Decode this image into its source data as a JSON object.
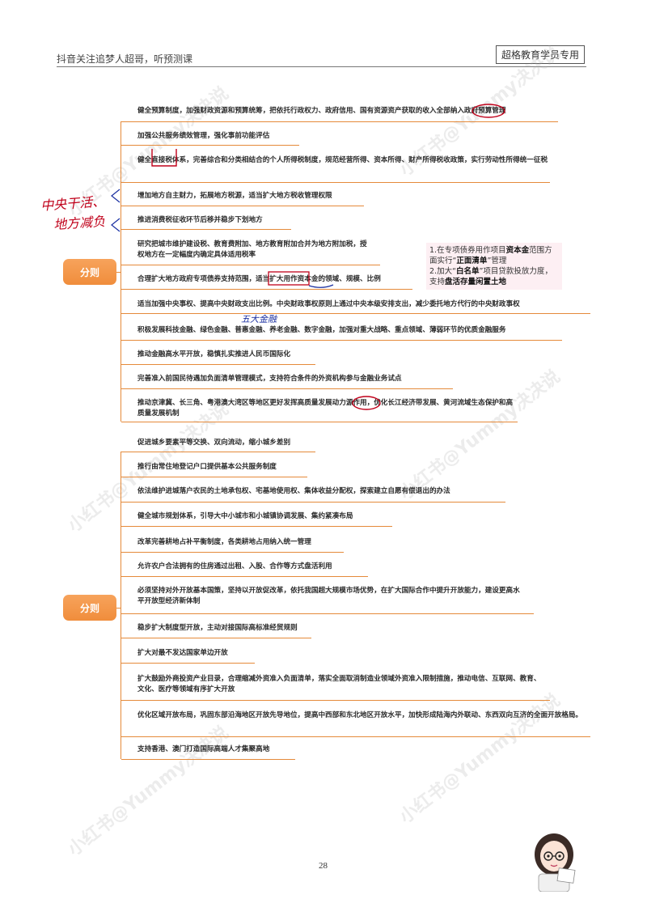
{
  "header": {
    "left": "抖音关注追梦人超哥，听预测课",
    "right": "超格教育学员专用"
  },
  "watermark": "小红书@Yummy决决说",
  "section1": {
    "root": "分则",
    "items": [
      "健全预算制度，加强财政资源和预算统筹，把依托行政权力、政府信用、国有资源资产获取的收入全部纳入政府预算管理",
      "加强公共服务绩效管理，强化事前功能评估",
      "健全直接税体系，完善综合和分类相结合的个人所得税制度，规范经营所得、资本所得、财产所得税收政策，实行劳动性所得统一征税",
      "增加地方自主财力，拓展地方税源，适当扩大地方税收管理权限",
      "推进消费税征收环节后移并稳步下划地方",
      "研究把城市维护建设税、教育费附加、地方教育附加合并为地方附加税，授权地方在一定幅度内确定具体适用税率",
      "合理扩大地方政府专项债券支持范围，适当扩大用作资本金的领域、规模、比例",
      "适当加强中央事权、提高中央财政支出比例。中央财政事权原则上通过中央本级安排支出，减少委托地方代行的中央财政事权",
      "积极发展科技金融、绿色金融、普惠金融、养老金融、数字金融，加强对重大战略、重点领域、薄弱环节的优质金融服务",
      "推动金融高水平开放，稳慎扎实推进人民币国际化",
      "完善准入前国民待遇加负面清单管理模式，支持符合条件的外资机构参与金融业务试点",
      "推动京津冀、长三角、粤港澳大湾区等地区更好发挥高质量发展动力源作用，优化长江经济带发展、黄河流域生态保护和高质量发展机制"
    ]
  },
  "note": {
    "line1a": "1.在专项债券用作项目",
    "line1b": "资本金",
    "line1c": "范围方面实行“",
    "line1d": "正面清单",
    "line1e": "”管理",
    "line2a": "2.加大“",
    "line2b": "白名单",
    "line2c": "”项目贷款投放力度，支持",
    "line2d": "盘活存量闲置土地"
  },
  "handwriting": {
    "h1": "中央干活、",
    "h2": "地方减负",
    "h3": "五大金融"
  },
  "section2": {
    "root": "分则",
    "items": [
      "促进城乡要素平等交换、双向流动，缩小城乡差别",
      "推行由常住地登记户口提供基本公共服务制度",
      "依法维护进城落户农民的土地承包权、宅基地使用权、集体收益分配权，探索建立自愿有偿退出的办法",
      "健全城市规划体系，引导大中小城市和小城镇协调发展、集约紧凑布局",
      "改革完善耕地占补平衡制度，各类耕地占用纳入统一管理",
      "允许农户合法拥有的住房通过出租、入股、合作等方式盘活利用",
      "必须坚持对外开放基本国策，坚持以开放促改革，依托我国超大规模市场优势，在扩大国际合作中提升开放能力，建设更高水平开放型经济新体制",
      "稳步扩大制度型开放，主动对接国际高标准经贸规则",
      "扩大对最不发达国家单边开放",
      "扩大鼓励外商投资产业目录，合理缩减外资准入负面清单，落实全面取消制造业领域外资准入限制措施，推动电信、互联网、教育、文化、医疗等领域有序扩大开放",
      "优化区域开放布局，巩固东部沿海地区开放先导地位，提高中西部和东北地区开放水平，加快形成陆海内外联动、东西双向互济的全面开放格局。",
      "支持香港、澳门打造国际高端人才集聚高地"
    ]
  },
  "page_number": "28"
}
